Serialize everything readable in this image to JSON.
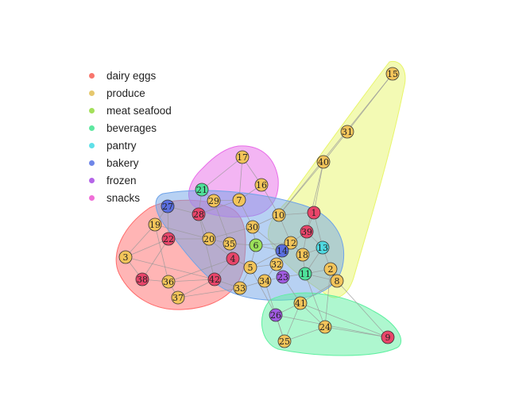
{
  "legend": [
    {
      "label": "dairy eggs",
      "color": "#f8766d"
    },
    {
      "label": "produce",
      "color": "#e6c86e"
    },
    {
      "label": "meat seafood",
      "color": "#a3e05a"
    },
    {
      "label": "beverages",
      "color": "#5ee8a0"
    },
    {
      "label": "pantry",
      "color": "#5fe0e8"
    },
    {
      "label": "bakery",
      "color": "#6f86e8"
    },
    {
      "label": "frozen",
      "color": "#b565e8"
    },
    {
      "label": "snacks",
      "color": "#f06fd8"
    }
  ],
  "nodes": [
    {
      "id": "1",
      "category": "dairy eggs"
    },
    {
      "id": "2",
      "category": "produce"
    },
    {
      "id": "3",
      "category": "produce"
    },
    {
      "id": "4",
      "category": "dairy eggs"
    },
    {
      "id": "5",
      "category": "produce"
    },
    {
      "id": "6",
      "category": "meat seafood"
    },
    {
      "id": "7",
      "category": "produce"
    },
    {
      "id": "8",
      "category": "produce"
    },
    {
      "id": "9",
      "category": "dairy eggs"
    },
    {
      "id": "10",
      "category": "produce"
    },
    {
      "id": "11",
      "category": "beverages"
    },
    {
      "id": "12",
      "category": "produce"
    },
    {
      "id": "13",
      "category": "pantry"
    },
    {
      "id": "14",
      "category": "bakery"
    },
    {
      "id": "15",
      "category": "produce"
    },
    {
      "id": "16",
      "category": "produce"
    },
    {
      "id": "17",
      "category": "produce"
    },
    {
      "id": "18",
      "category": "produce"
    },
    {
      "id": "19",
      "category": "produce"
    },
    {
      "id": "20",
      "category": "produce"
    },
    {
      "id": "21",
      "category": "beverages"
    },
    {
      "id": "22",
      "category": "dairy eggs"
    },
    {
      "id": "23",
      "category": "frozen"
    },
    {
      "id": "24",
      "category": "produce"
    },
    {
      "id": "25",
      "category": "produce"
    },
    {
      "id": "26",
      "category": "frozen"
    },
    {
      "id": "27",
      "category": "bakery"
    },
    {
      "id": "28",
      "category": "dairy eggs"
    },
    {
      "id": "29",
      "category": "produce"
    },
    {
      "id": "30",
      "category": "produce"
    },
    {
      "id": "31",
      "category": "produce"
    },
    {
      "id": "32",
      "category": "produce"
    },
    {
      "id": "33",
      "category": "produce"
    },
    {
      "id": "34",
      "category": "produce"
    },
    {
      "id": "35",
      "category": "produce"
    },
    {
      "id": "36",
      "category": "produce"
    },
    {
      "id": "37",
      "category": "produce"
    },
    {
      "id": "38",
      "category": "dairy eggs"
    },
    {
      "id": "39",
      "category": "dairy eggs"
    },
    {
      "id": "40",
      "category": "produce"
    },
    {
      "id": "41",
      "category": "produce"
    },
    {
      "id": "42",
      "category": "dairy eggs"
    }
  ],
  "groups": [
    {
      "name": "red-group",
      "color": "#ff6b6b"
    },
    {
      "name": "yellow-group",
      "color": "#e8f56a"
    },
    {
      "name": "magenta-group",
      "color": "#e86be8"
    },
    {
      "name": "blue-group",
      "color": "#6fa3e8"
    },
    {
      "name": "green-group",
      "color": "#5ef0a0"
    }
  ]
}
